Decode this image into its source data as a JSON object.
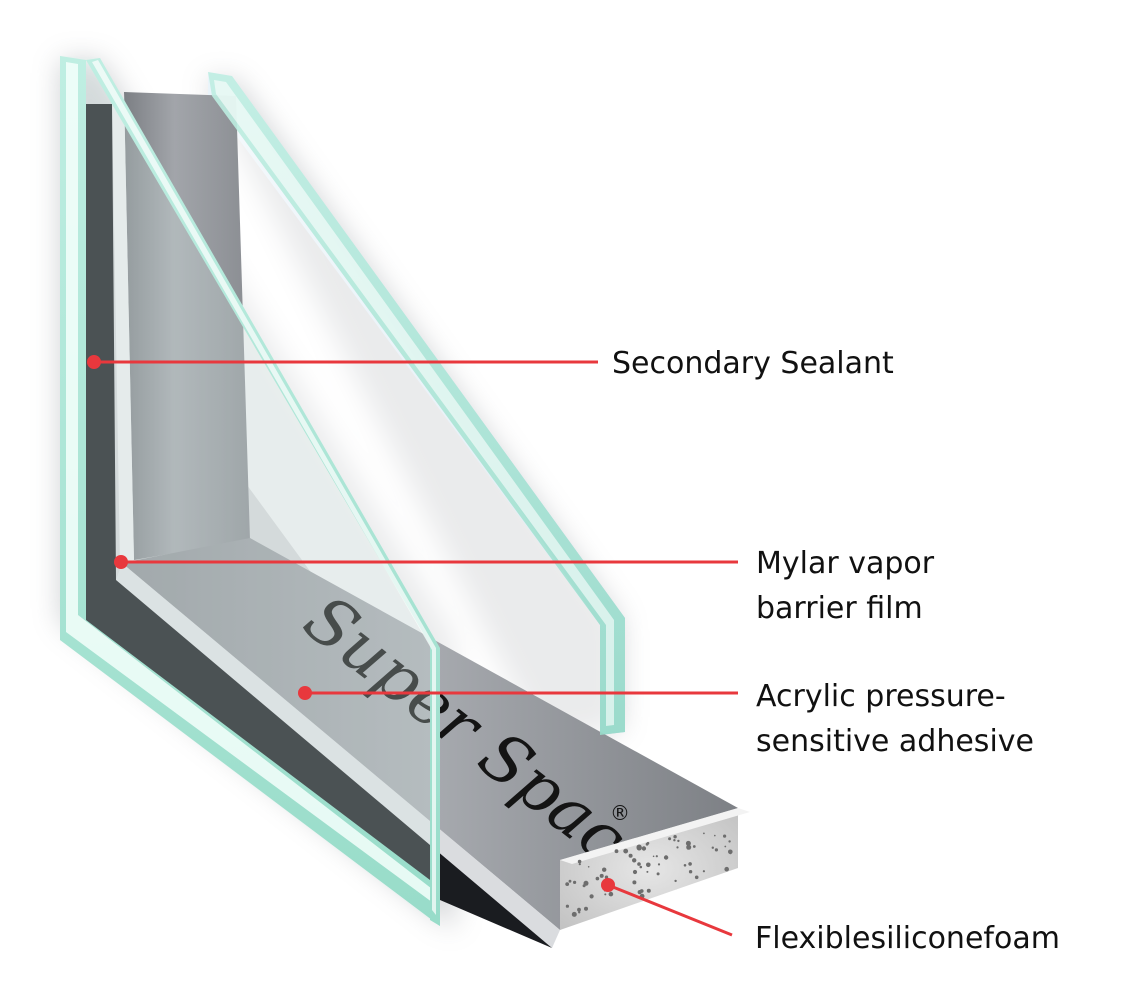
{
  "diagram": {
    "brand_mark": "Super Spacer",
    "trademark_symbol": "®",
    "callout_color": "#e8383d",
    "callouts": [
      {
        "id": "secondary-sealant",
        "lines": [
          "Secondary Sealant"
        ]
      },
      {
        "id": "mylar-vapor-barrier-film",
        "lines": [
          "Mylar vapor",
          "barrier film"
        ]
      },
      {
        "id": "acrylic-pressure-sensitive-adhesive",
        "lines": [
          "Acrylic pressure-",
          "sensitive adhesive"
        ]
      },
      {
        "id": "flexible-silicone-foam",
        "lines": [
          "Flexiblesiliconefoam"
        ]
      }
    ]
  }
}
